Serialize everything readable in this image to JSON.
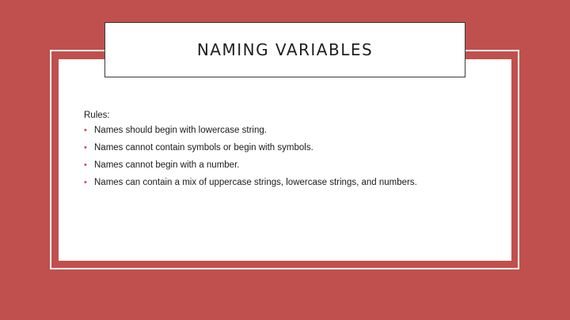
{
  "slide": {
    "title": "NAMING VARIABLES",
    "rules_heading": "Rules:",
    "rules": [
      "Names should begin with lowercase string.",
      "Names cannot contain symbols or begin with symbols.",
      "Names cannot begin with a number.",
      "Names can contain a mix of uppercase strings, lowercase strings, and numbers."
    ]
  },
  "colors": {
    "background": "#c0504d",
    "panel": "#ffffff",
    "bullet": "#c0504d",
    "title_border": "#3a3a3a"
  },
  "icons": {
    "bullet": "bullet-dot-icon"
  }
}
